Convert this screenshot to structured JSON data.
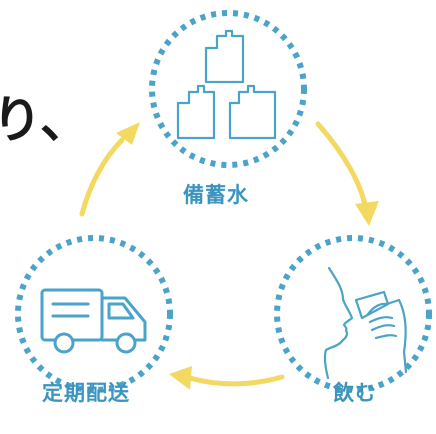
{
  "cut_off_text": "り、",
  "colors": {
    "accent": "#4aa3c8",
    "arrow": "#f3d861",
    "label": "#3d95bf",
    "text": "#1a1a1a"
  },
  "nodes": [
    {
      "id": "stockpile",
      "label": "備蓄水",
      "icon": "stacked-water-bottles-icon"
    },
    {
      "id": "drink",
      "label": "飲む",
      "icon": "drinking-person-icon"
    },
    {
      "id": "delivery",
      "label": "定期配送",
      "icon": "delivery-truck-icon"
    }
  ],
  "cycle": [
    "stockpile",
    "drink",
    "delivery",
    "stockpile"
  ]
}
